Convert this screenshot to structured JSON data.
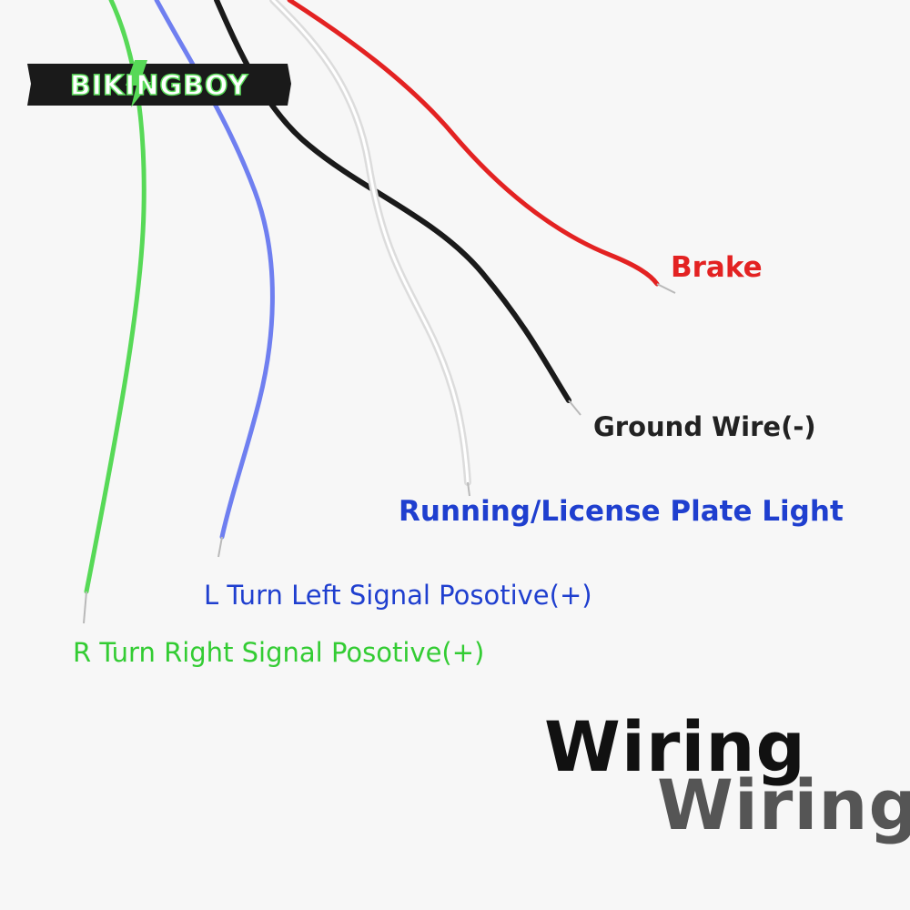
{
  "logo": {
    "text": "BIKINGBOY"
  },
  "wires": [
    {
      "id": "red",
      "color": "#e32222",
      "label": "Brake"
    },
    {
      "id": "black",
      "color": "#1a1a1a",
      "label": "Ground Wire(-)"
    },
    {
      "id": "white",
      "color": "#e4e4e4",
      "label": "Running/License Plate Light"
    },
    {
      "id": "blue",
      "color": "#6f7ff0",
      "label": "L Turn Left Signal Posotive(+)"
    },
    {
      "id": "green",
      "color": "#57d957",
      "label": "R Turn Right Signal Posotive(+)"
    }
  ],
  "label_colors": {
    "brake": "#e32222",
    "ground": "#222222",
    "running": "#1f3fcf",
    "left": "#1f3fcf",
    "right": "#33cc33"
  },
  "title": {
    "line1": "Wiring",
    "line2": "Wiring",
    "color1": "#111111",
    "color2": "#555555"
  }
}
